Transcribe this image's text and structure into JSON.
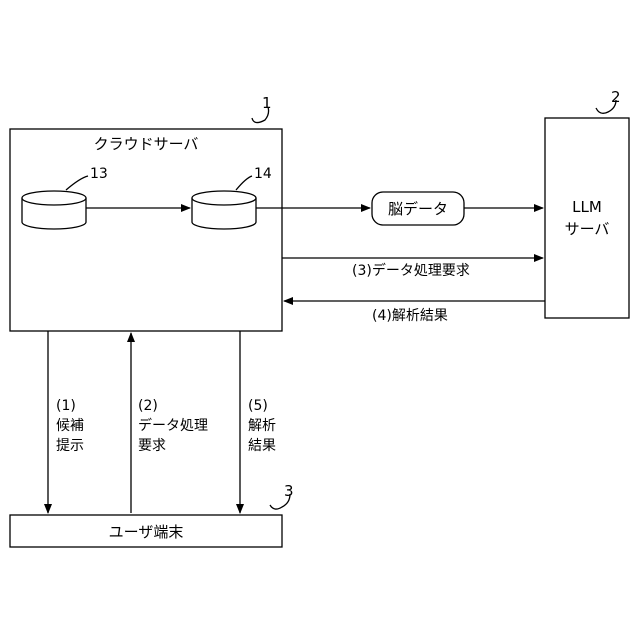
{
  "cloud_server": {
    "title": "クラウドサーバ",
    "ref": "1"
  },
  "llm_server": {
    "line1": "LLM",
    "line2": "サーバ",
    "ref": "2"
  },
  "user_terminal": {
    "label": "ユーザ端末",
    "ref": "3"
  },
  "db_left": {
    "ref": "13"
  },
  "db_right": {
    "ref": "14"
  },
  "brain_data": {
    "label": "脳データ"
  },
  "arrows": {
    "request_to_llm": "(3)データ処理要求",
    "result_from_llm": "(4)解析結果",
    "a1": {
      "num": "(1)",
      "line1": "候補",
      "line2": "提示"
    },
    "a2": {
      "num": "(2)",
      "line1": "データ処理",
      "line2": "要求"
    },
    "a5": {
      "num": "(5)",
      "line1": "解析",
      "line2": "結果"
    }
  }
}
